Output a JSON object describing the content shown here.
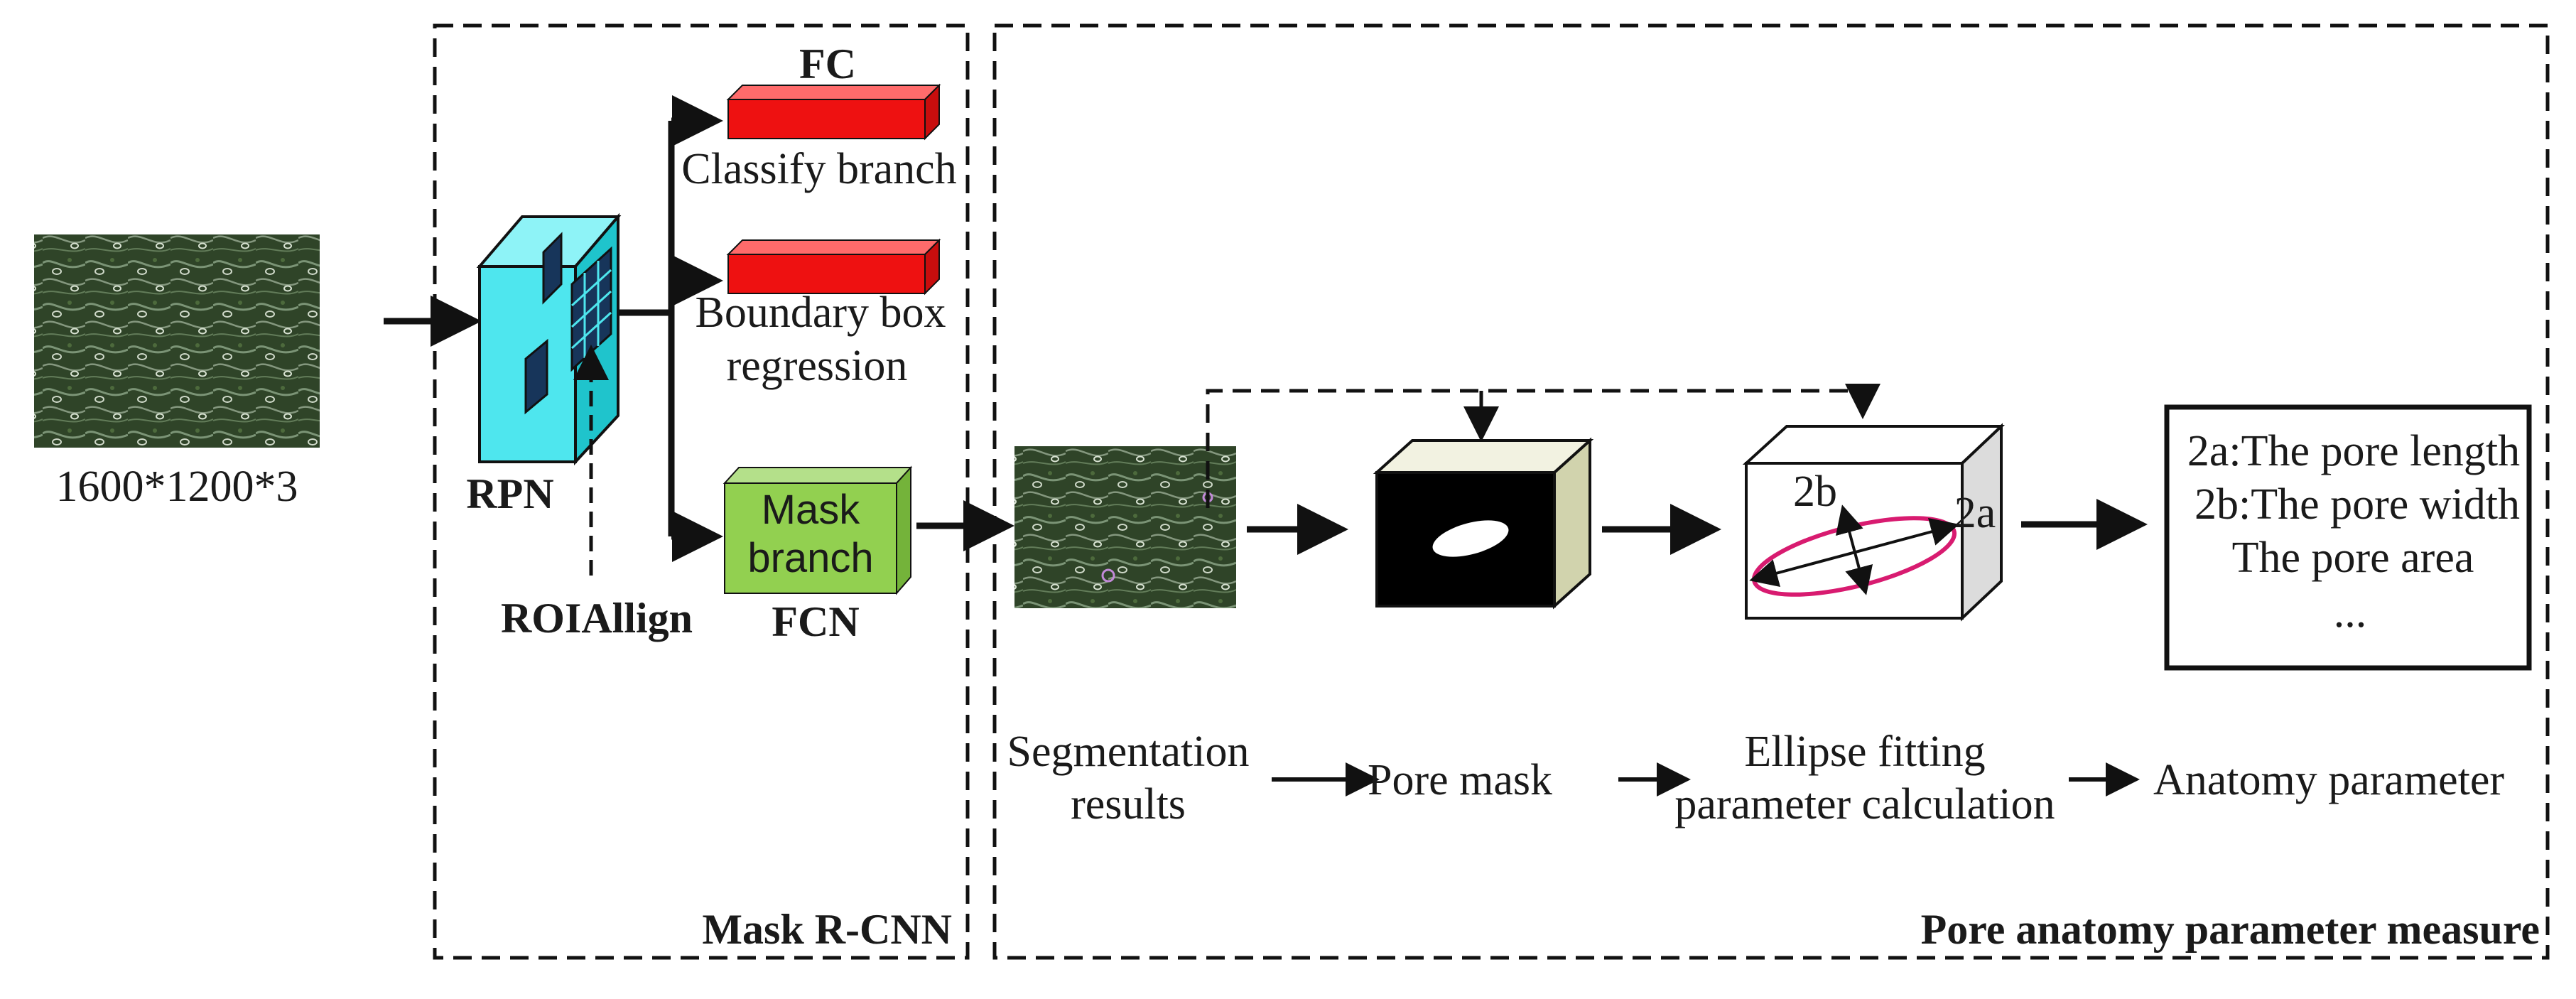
{
  "input": {
    "size_label": "1600*1200*3"
  },
  "mask_rcnn": {
    "title": "Mask R-CNN",
    "rpn_label": "RPN",
    "roi_label": "ROIAllign",
    "fc_label": "FC",
    "classify_label": "Classify branch",
    "bbox_label_line1": "Boundary box",
    "bbox_label_line2": "regression",
    "mask_branch_line1": "Mask",
    "mask_branch_line2": "branch",
    "fcn_label": "FCN"
  },
  "measure": {
    "title": "Pore anatomy parameter measure",
    "ellipse_2b": "2b",
    "ellipse_2a": "2a",
    "params": [
      "2a:The pore length",
      "2b:The pore width",
      "The pore area",
      "..."
    ],
    "steps": {
      "segmentation_line1": "Segmentation",
      "segmentation_line2": "results",
      "pore_mask": "Pore mask",
      "ellipse_line1": "Ellipse fitting",
      "ellipse_line2": "parameter calculation",
      "anatomy": "Anatomy parameter"
    }
  },
  "colors": {
    "rpn_face": "#4ee6ee",
    "rpn_side": "#1fc4cc",
    "fc_red": "#ee1111",
    "fc_red_top": "#ff6b6b",
    "mask_green": "#92d050",
    "mask_green_side": "#74b33a"
  }
}
